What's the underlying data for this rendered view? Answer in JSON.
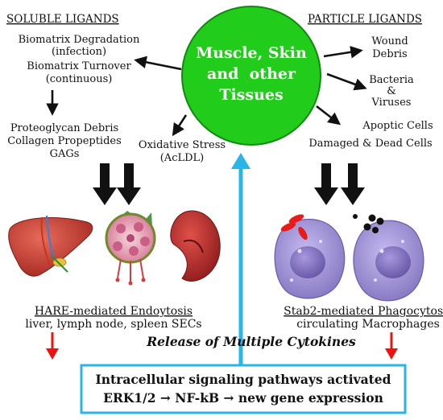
{
  "soluble": {
    "heading": "SOLUBLE LIGANDS",
    "lines": [
      "Biomatrix Degradation",
      "(infection)",
      "Biomatrix Turnover",
      "(continuous)"
    ],
    "debris": [
      "Proteoglycan Debris",
      "Collagen Propeptides",
      "GAGs"
    ]
  },
  "particle": {
    "heading": "PARTICLE LIGANDS",
    "wound": [
      "Wound",
      "Debris"
    ],
    "bacteria": [
      "Bacteria",
      "&",
      "Viruses"
    ],
    "cells": [
      "Apoptic Cells",
      "Damaged & Dead Cells"
    ]
  },
  "center": {
    "lines": [
      "Muscle, Skin",
      "and  other",
      "Tissues"
    ],
    "fill": "#22cc1a",
    "stroke": "#118a10"
  },
  "oxidative": [
    "Oxidative Stress",
    "(AcLDL)"
  ],
  "hare": {
    "title": "HARE-mediated Endoytosis",
    "subtitle": "liver, lymph node, spleen SECs"
  },
  "stab2": {
    "title": "Stab2-mediated Phagocytosis",
    "subtitle": "circulating Macrophages"
  },
  "release": "Release of Multiple Cytokines",
  "box": {
    "line1": "Intracellular signaling pathways activated",
    "line2": "ERK1/2 → NF-kB → new gene expression",
    "border": "#29b6e6"
  },
  "colors": {
    "red_arrow": "#ee1111",
    "blue_arrow": "#29b6e6",
    "cell": "#9b8fd0",
    "nucleus": "#7a6bb8"
  }
}
